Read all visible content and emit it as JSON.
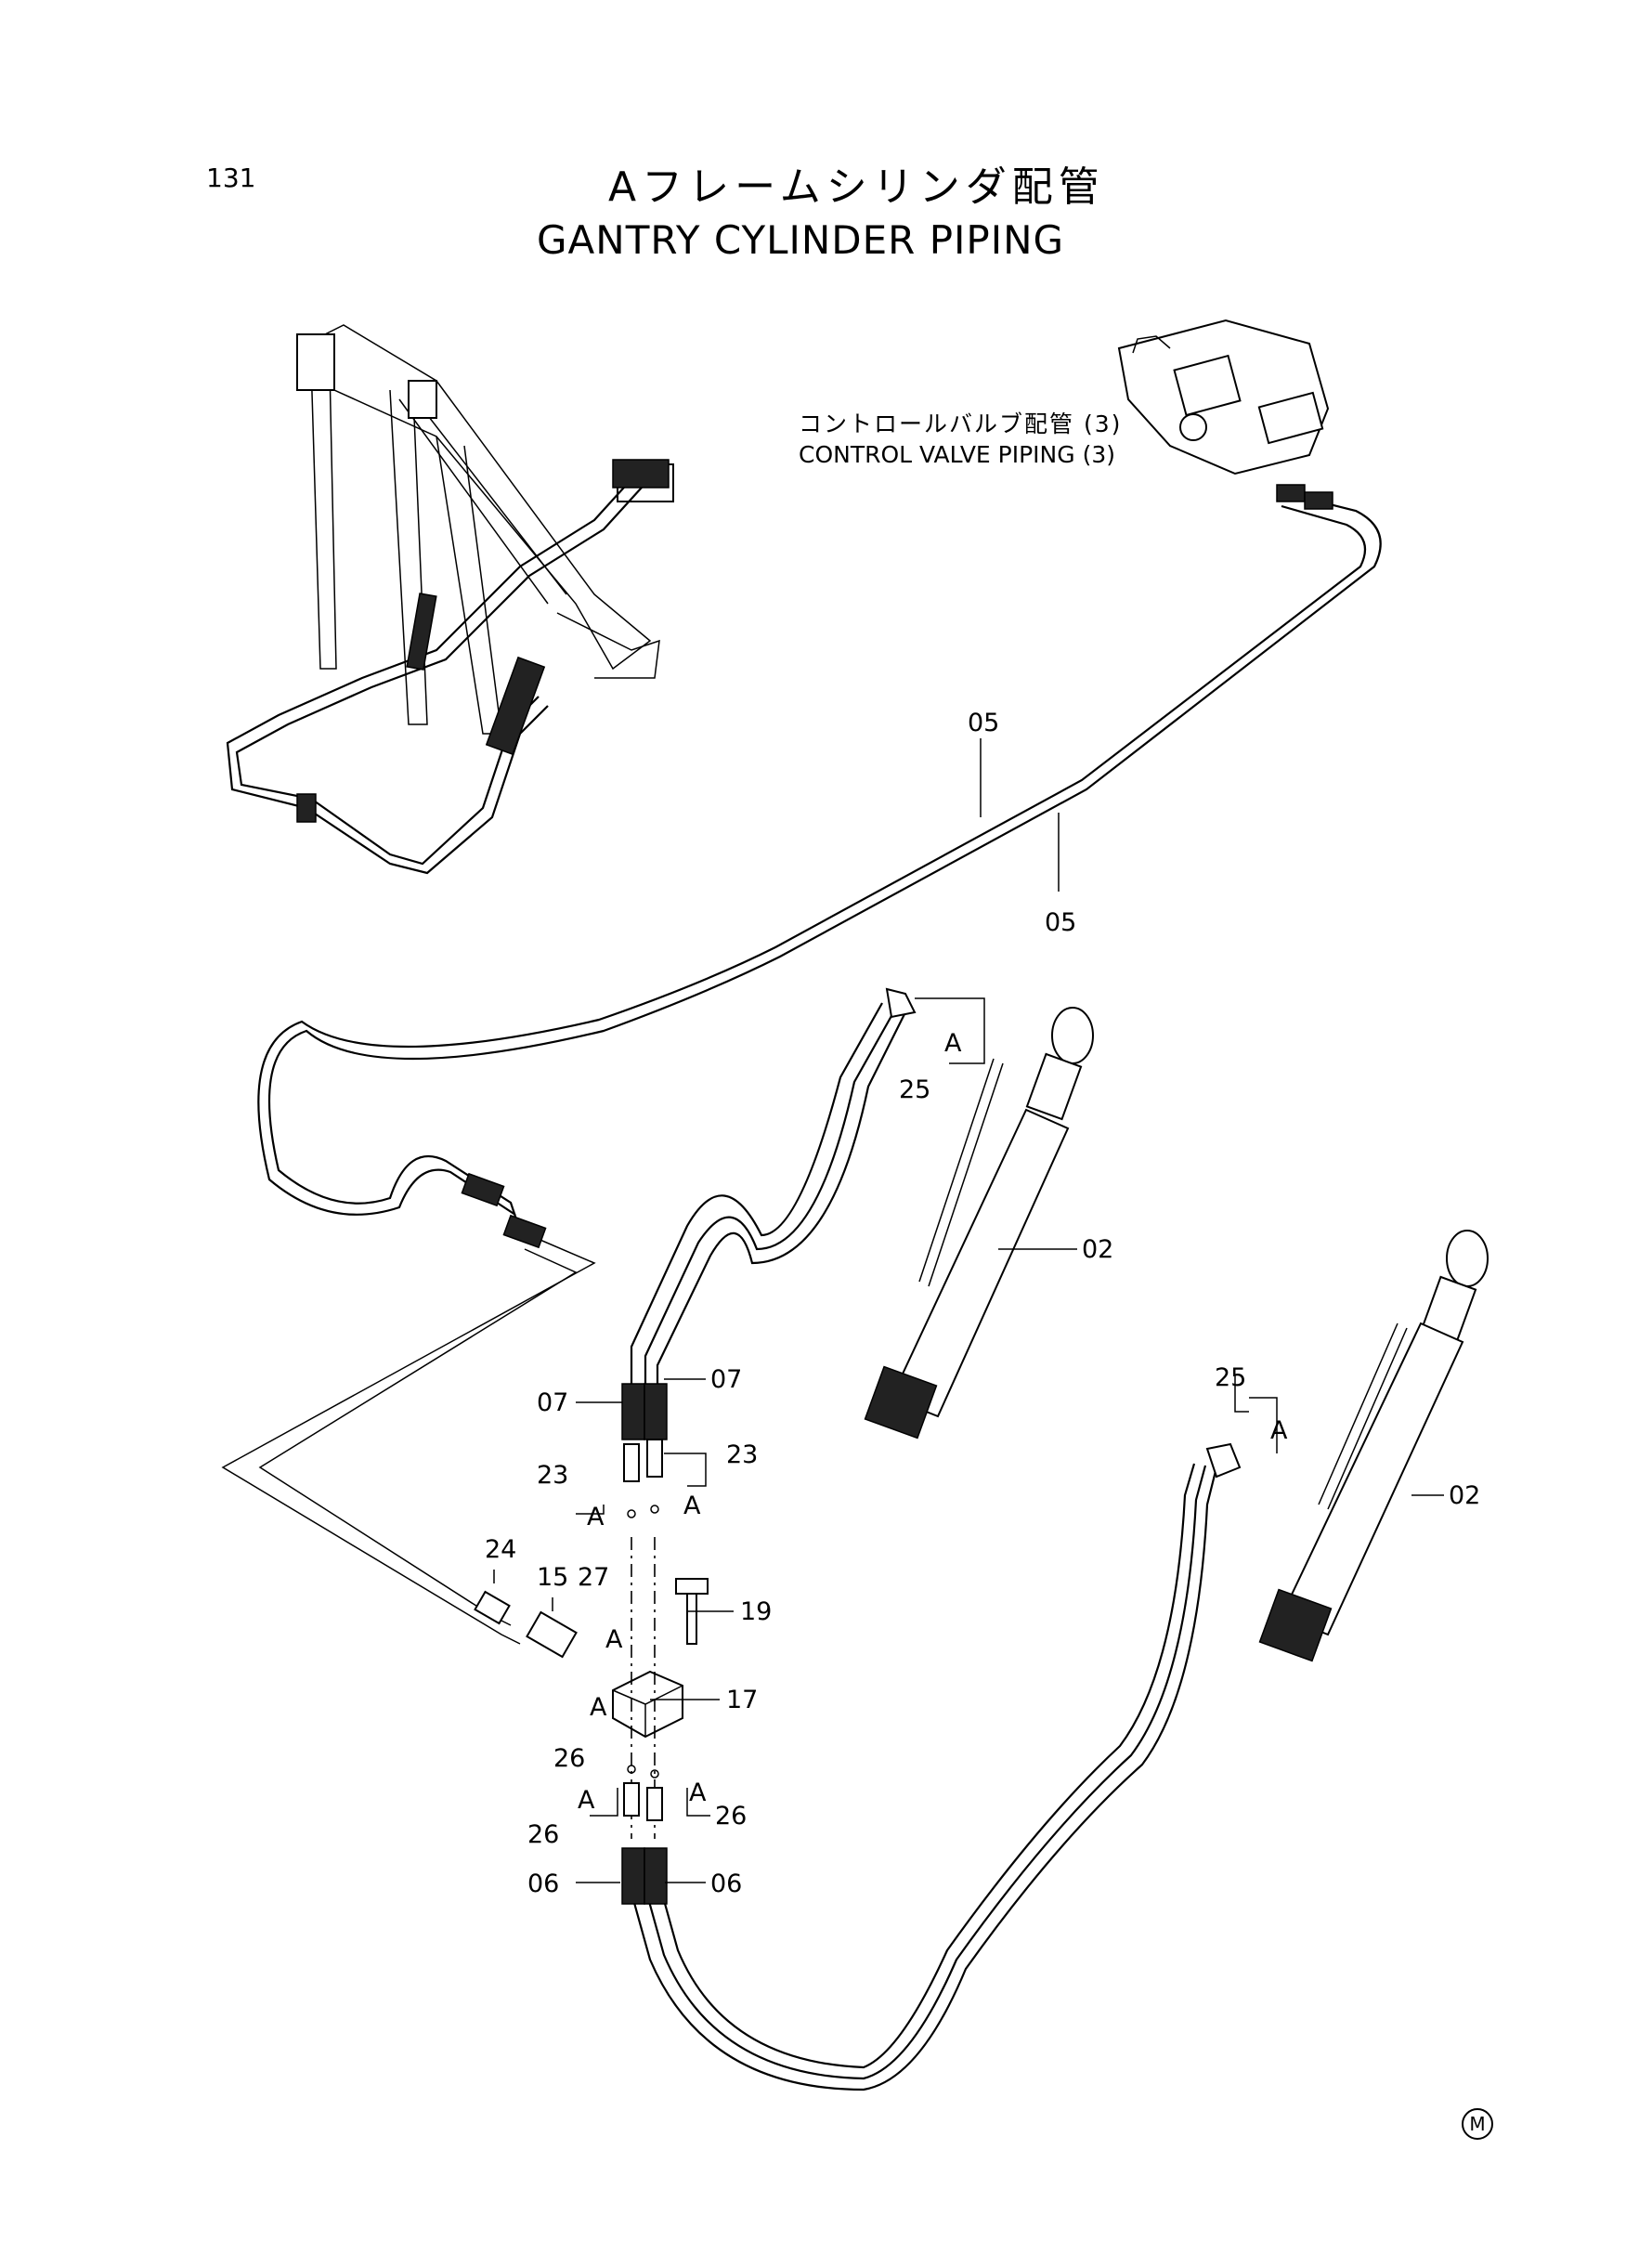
{
  "page": {
    "number": "131",
    "mark": "M"
  },
  "title": {
    "jp": "Aフレームシリンダ配管",
    "en": "GANTRY CYLINDER PIPING"
  },
  "reference": {
    "jp": "コントロールバルブ配管 (3)",
    "en": "CONTROL VALVE PIPING (3)"
  },
  "callouts": {
    "c05a": "05",
    "c05b": "05",
    "c25a": "25",
    "c25b": "25",
    "c02a": "02",
    "c02b": "02",
    "c07a": "07",
    "c07b": "07",
    "c23a": "23",
    "c23b": "23",
    "c24": "24",
    "c15": "15",
    "c27": "27",
    "c19": "19",
    "c17": "17",
    "c26a": "26",
    "c26b": "26",
    "c26c": "26",
    "c06a": "06",
    "c06b": "06",
    "detA1": "A",
    "detA2": "A",
    "detA3": "A",
    "detA4": "A",
    "detA5": "A",
    "detA6": "A",
    "detA7": "A",
    "detA8": "A"
  }
}
